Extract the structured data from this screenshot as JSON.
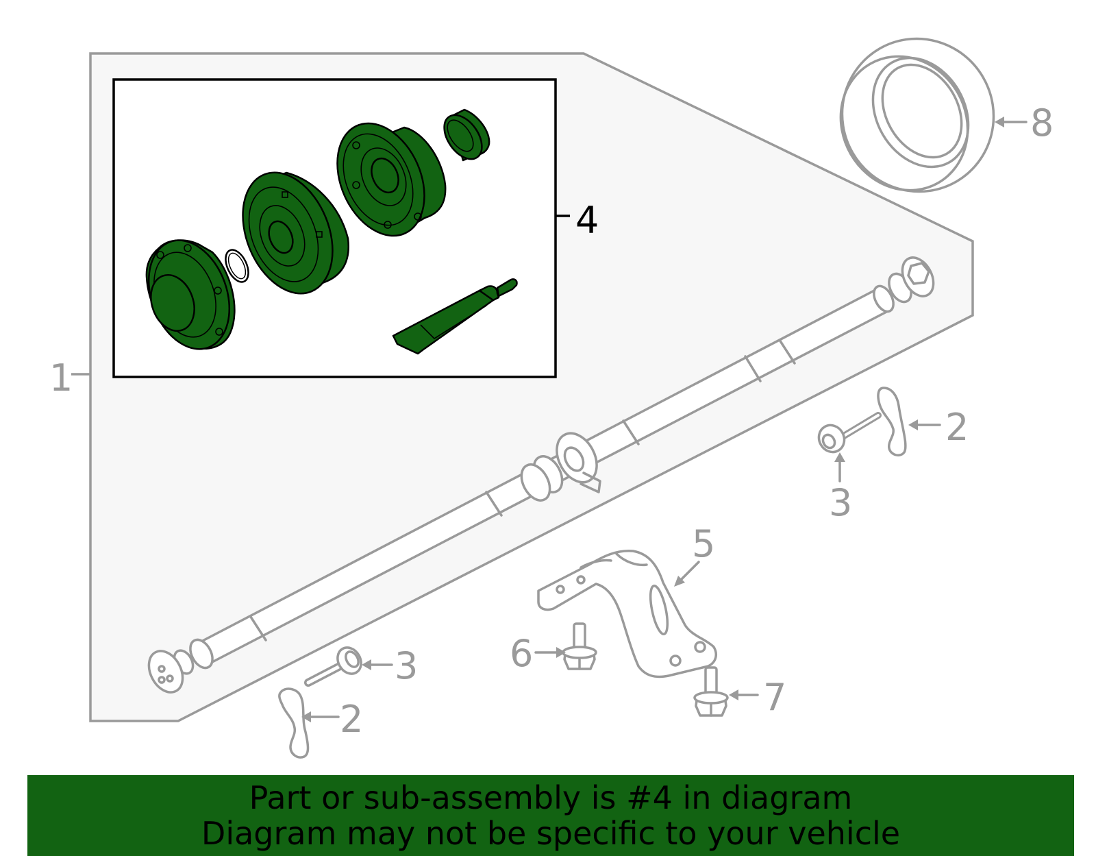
{
  "colors": {
    "highlight": "#126312",
    "outline": "#9a9a9a",
    "panel": "#f7f7f7",
    "banner_bg": "#126312"
  },
  "callouts": {
    "c1": "1",
    "c2a": "2",
    "c2b": "2",
    "c3a": "3",
    "c3b": "3",
    "c4": "4",
    "c5": "5",
    "c6": "6",
    "c7": "7",
    "c8": "8"
  },
  "banner": {
    "line1": "Part or sub-assembly is #4 in diagram",
    "line2": "Diagram may not be specific to your vehicle"
  }
}
